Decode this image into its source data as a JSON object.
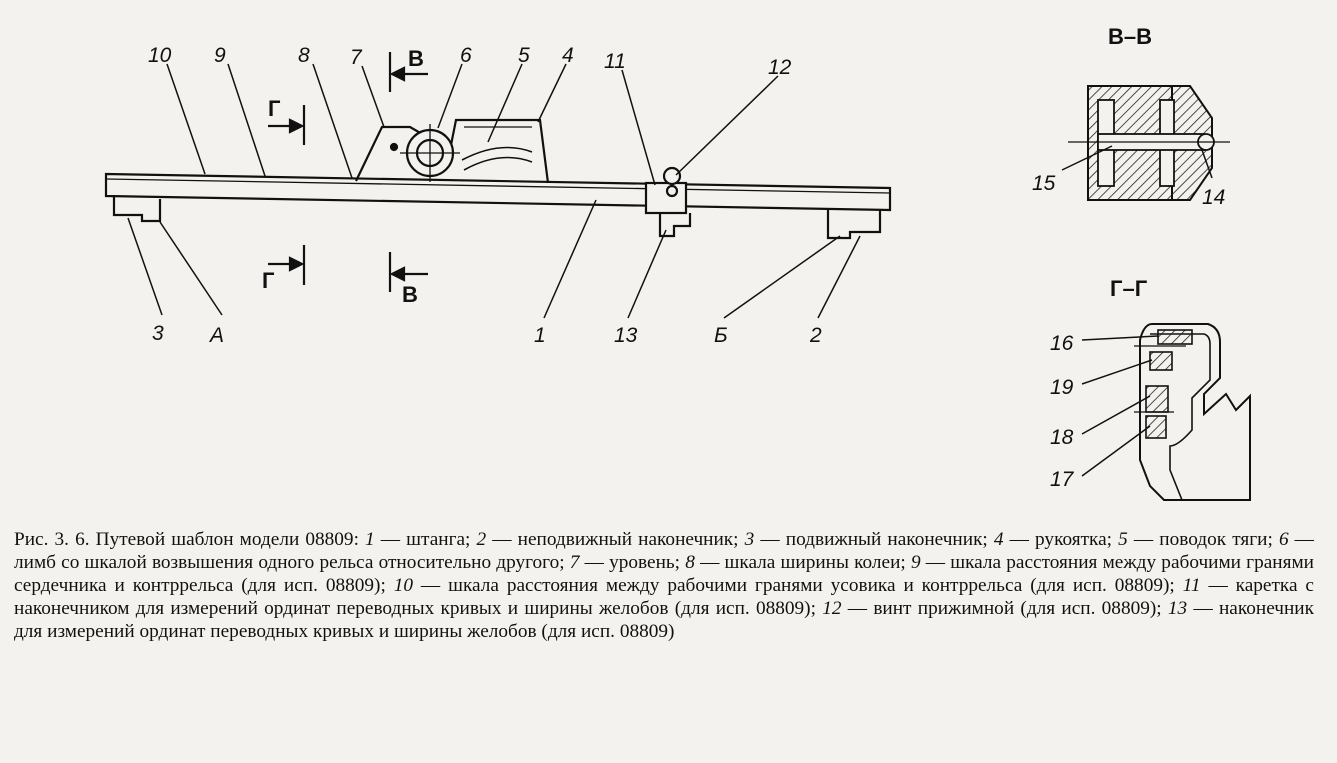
{
  "figure": {
    "part_labels": {
      "p1": "1",
      "p2": "2",
      "p3": "3",
      "p4": "4",
      "p5": "5",
      "p6": "6",
      "p7": "7",
      "p8": "8",
      "p9": "9",
      "p10": "10",
      "p11": "11",
      "p12": "12",
      "p13": "13",
      "p14": "14",
      "p15": "15",
      "p16": "16",
      "p17": "17",
      "p18": "18",
      "p19": "19"
    },
    "point_labels": {
      "a": "А",
      "b": "Б"
    },
    "section_marks": {
      "v": "В",
      "g": "Г"
    },
    "section_titles": {
      "vv": "В–В",
      "gg": "Г–Г"
    }
  },
  "caption": {
    "prefix": "Рис. 3. 6. Путевой шаблон модели 08809: ",
    "items": [
      {
        "num": "1",
        "text": " — штанга; "
      },
      {
        "num": "2",
        "text": " — неподвижный наконечник; "
      },
      {
        "num": "3",
        "text": " — подвижный наконечник; "
      },
      {
        "num": "4",
        "text": " — рукоятка; "
      },
      {
        "num": "5",
        "text": " — поводок тяги; "
      },
      {
        "num": "6",
        "text": " — лимб со шкалой возвышения одного рельса относительно другого; "
      },
      {
        "num": "7",
        "text": " — уровень; "
      },
      {
        "num": "8",
        "text": " — шкала ширины колеи; "
      },
      {
        "num": "9",
        "text": " — шкала расстояния между рабочими гранями сердечника и контррельса (для исп. 08809); "
      },
      {
        "num": "10",
        "text": " — шкала расстояния между рабочими гранями усовика и контррельса (для исп. 08809); "
      },
      {
        "num": "11",
        "text": " — каретка с наконечником для измерений ординат переводных кривых и ширины желобов (для исп. 08809); "
      },
      {
        "num": "12",
        "text": " — винт прижимной (для исп. 08809); "
      },
      {
        "num": "13",
        "text": " — наконечник для измерений ординат переводных кривых и ширины желобов (для исп. 08809)"
      }
    ]
  }
}
